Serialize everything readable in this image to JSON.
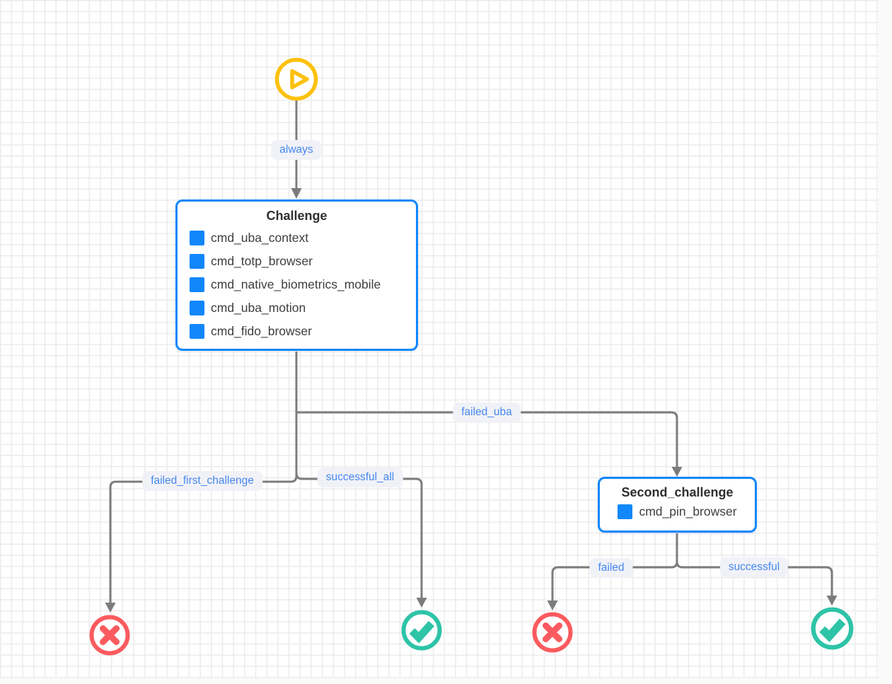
{
  "app": {
    "view": "workflow-diagram-canvas"
  },
  "colors": {
    "accent_blue": "#1287fb",
    "edge_gray": "#7c7c7c",
    "label_blue": "#4687f0",
    "success_teal": "#2ec4a7",
    "failure_red": "#fb5b5f",
    "start_yellow": "#fcc10d",
    "grid_line": "#ebebeb"
  },
  "nodes": {
    "start": {
      "type": "start"
    },
    "challenge": {
      "title": "Challenge",
      "items": [
        "cmd_uba_context",
        "cmd_totp_browser",
        "cmd_native_biometrics_mobile",
        "cmd_uba_motion",
        "cmd_fido_browser"
      ]
    },
    "second_challenge": {
      "title": "Second_challenge",
      "items": [
        "cmd_pin_browser"
      ]
    },
    "failure_first": {
      "type": "failure"
    },
    "success_first": {
      "type": "success"
    },
    "failure_second": {
      "type": "failure"
    },
    "success_second": {
      "type": "success"
    }
  },
  "edges": {
    "always": {
      "label": "always",
      "from": "start",
      "to": "challenge"
    },
    "failed_uba": {
      "label": "failed_uba",
      "from": "challenge",
      "to": "second_challenge"
    },
    "failed_first_challenge": {
      "label": "failed_first_challenge",
      "from": "challenge",
      "to": "failure_first"
    },
    "successful_all": {
      "label": "successful_all",
      "from": "challenge",
      "to": "success_first"
    },
    "failed": {
      "label": "failed",
      "from": "second_challenge",
      "to": "failure_second"
    },
    "successful": {
      "label": "successful",
      "from": "second_challenge",
      "to": "success_second"
    }
  }
}
